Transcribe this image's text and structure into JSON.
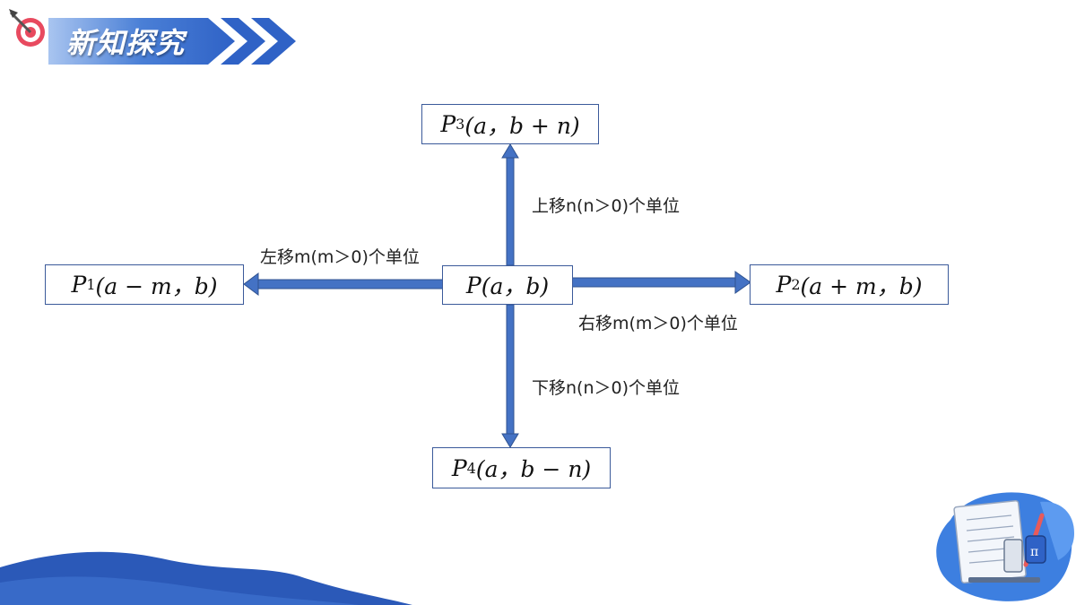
{
  "header": {
    "title": "新知探究"
  },
  "diagram": {
    "center": {
      "var": "P",
      "sub": "",
      "args": "(a，b)"
    },
    "up": {
      "var": "P",
      "sub": "3",
      "args": "(a，b + n)"
    },
    "left": {
      "var": "P",
      "sub": "1",
      "args": "(a − m，b)"
    },
    "right": {
      "var": "P",
      "sub": "2",
      "args": "(a + m，b)"
    },
    "down": {
      "var": "P",
      "sub": "4",
      "args": "(a，b − n)"
    },
    "label_up": "上移n(n＞0)个单位",
    "label_left": "左移m(m＞0)个单位",
    "label_right": "右移m(m＞0)个单位",
    "label_down": "下移n(n＞0)个单位"
  },
  "colors": {
    "arrow": "#4472c4",
    "banner": "#3a6fd1",
    "wave": "#2b59b8"
  }
}
